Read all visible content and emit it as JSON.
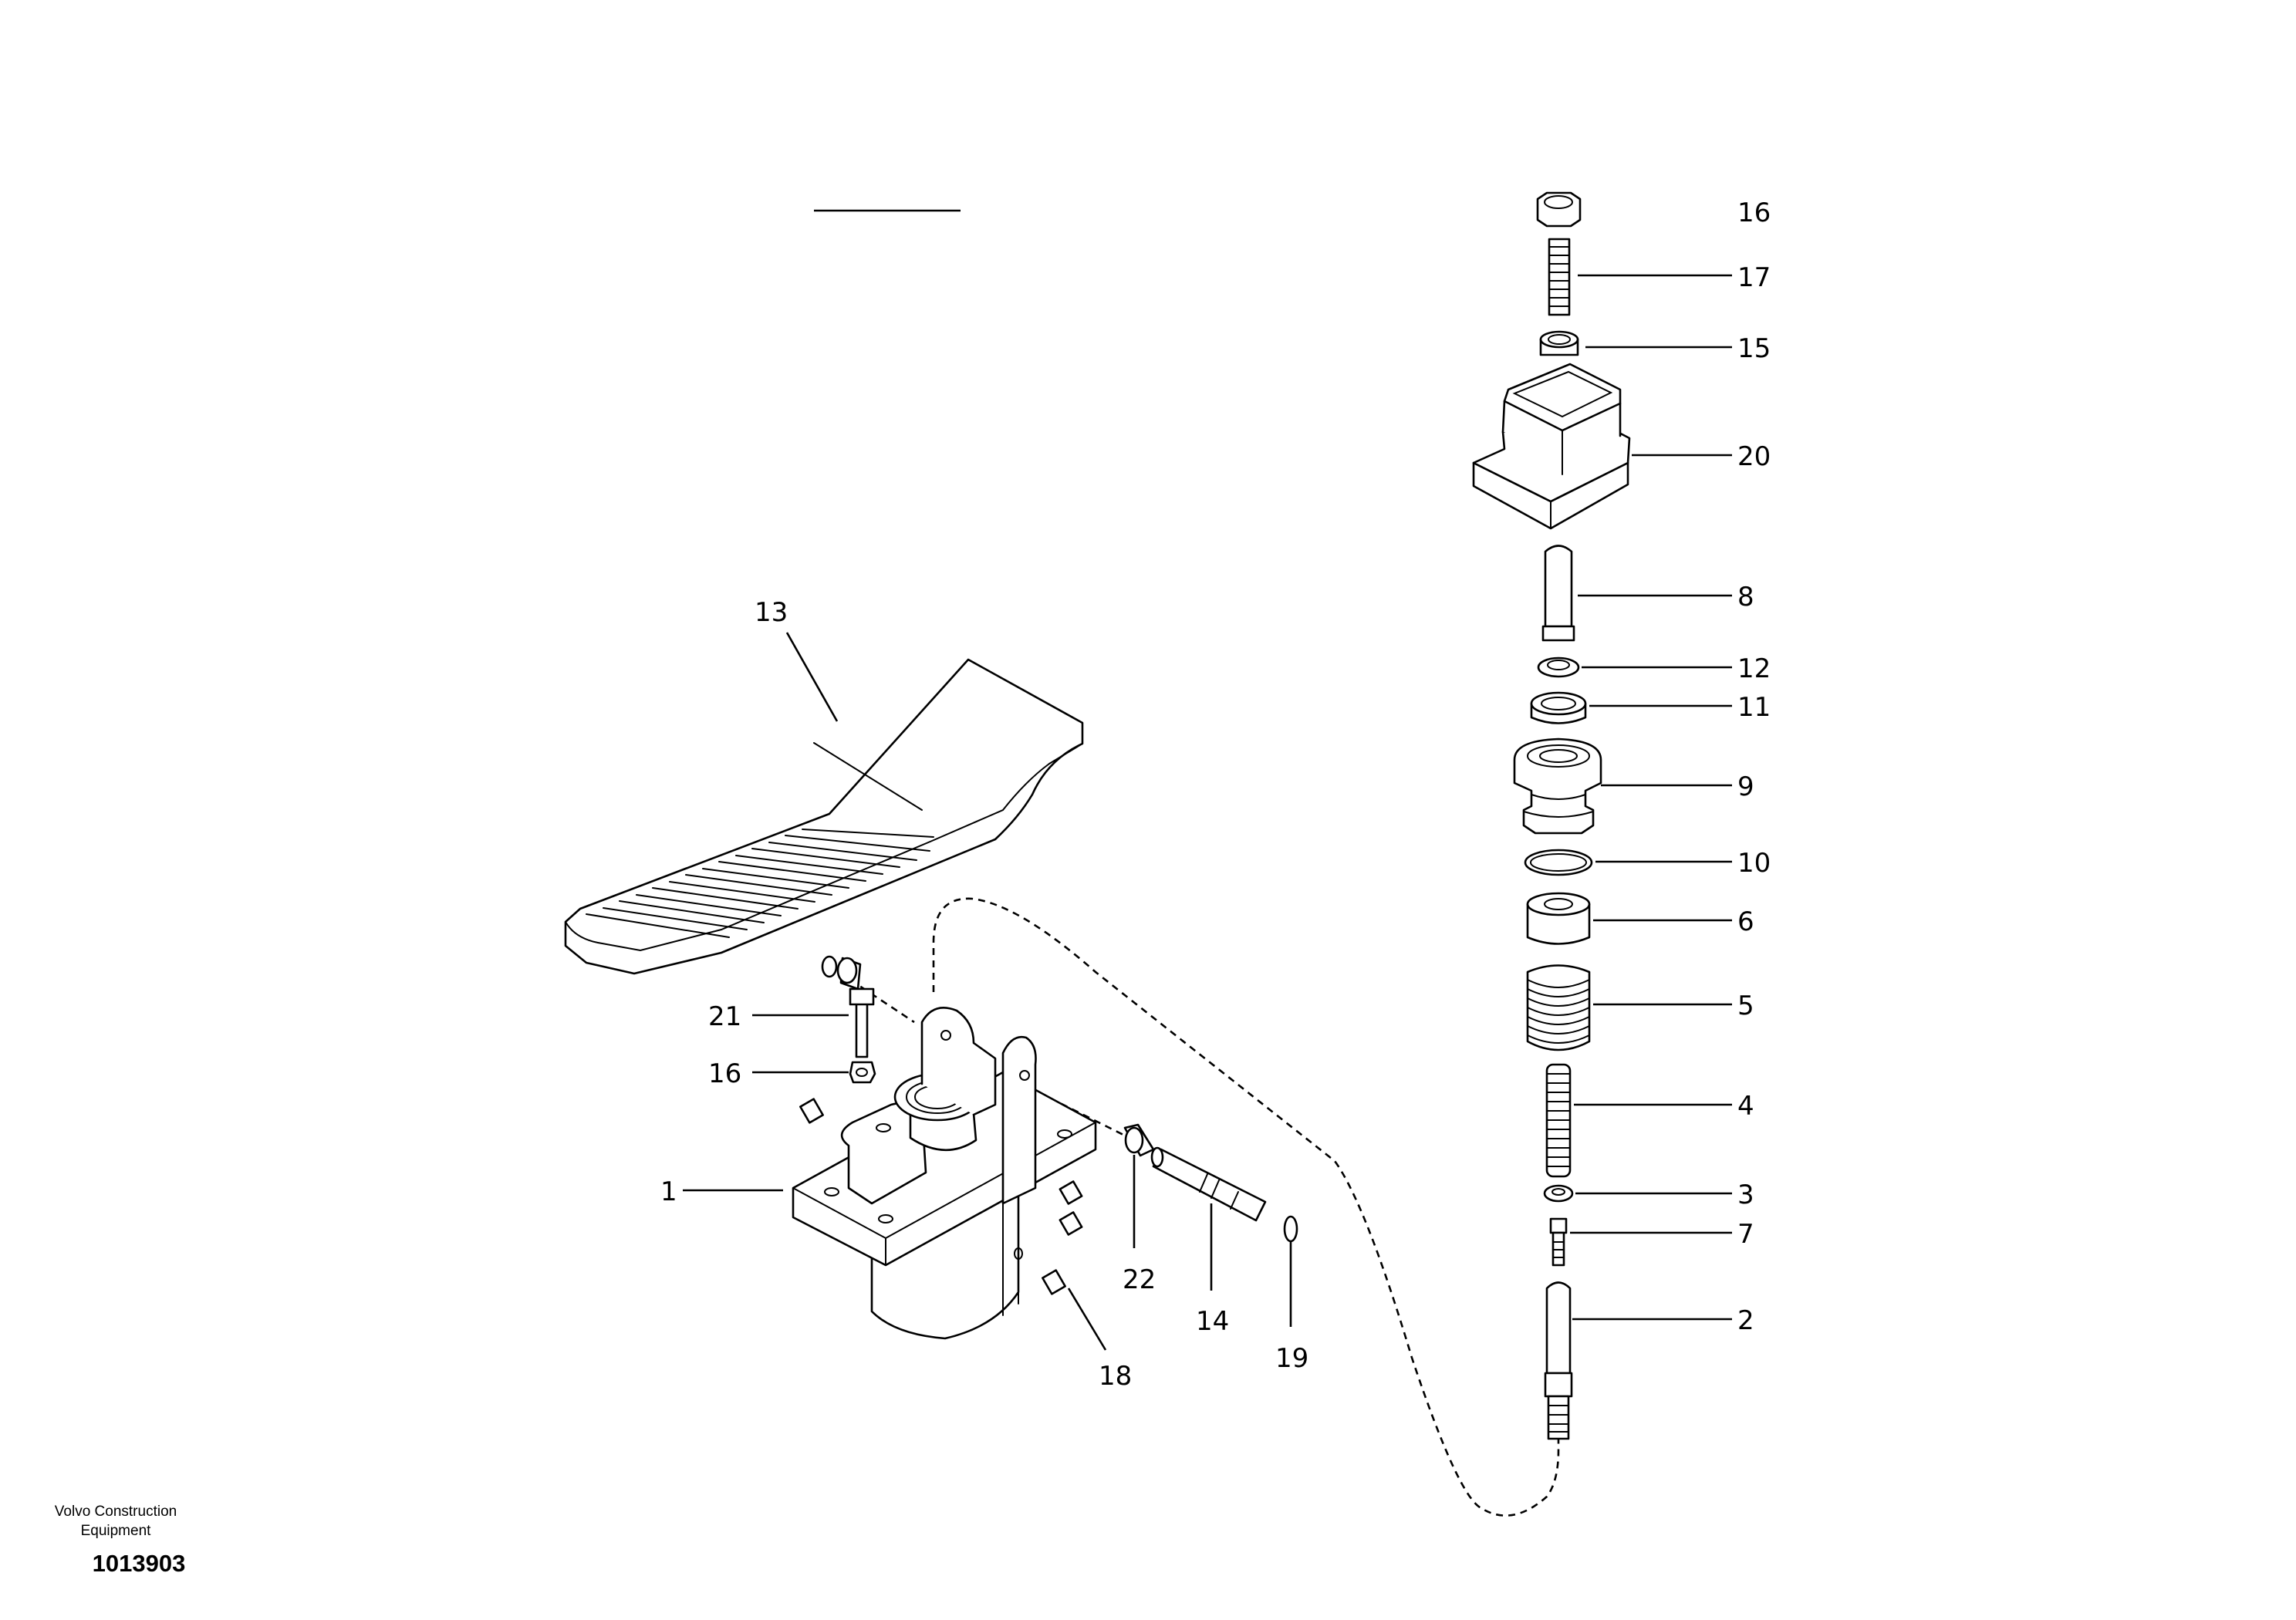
{
  "brand": {
    "line1": "Volvo Construction",
    "line2": "Equipment"
  },
  "drawing_number": "1013903",
  "callouts": {
    "c1": "1",
    "c2": "2",
    "c3": "3",
    "c4": "4",
    "c5": "5",
    "c6": "6",
    "c7": "7",
    "c8": "8",
    "c9": "9",
    "c10": "10",
    "c11": "11",
    "c12": "12",
    "c13": "13",
    "c14": "14",
    "c15": "15",
    "c16a": "16",
    "c16b": "16",
    "c17": "17",
    "c18": "18",
    "c19": "19",
    "c20": "20",
    "c21": "21",
    "c22": "22"
  }
}
